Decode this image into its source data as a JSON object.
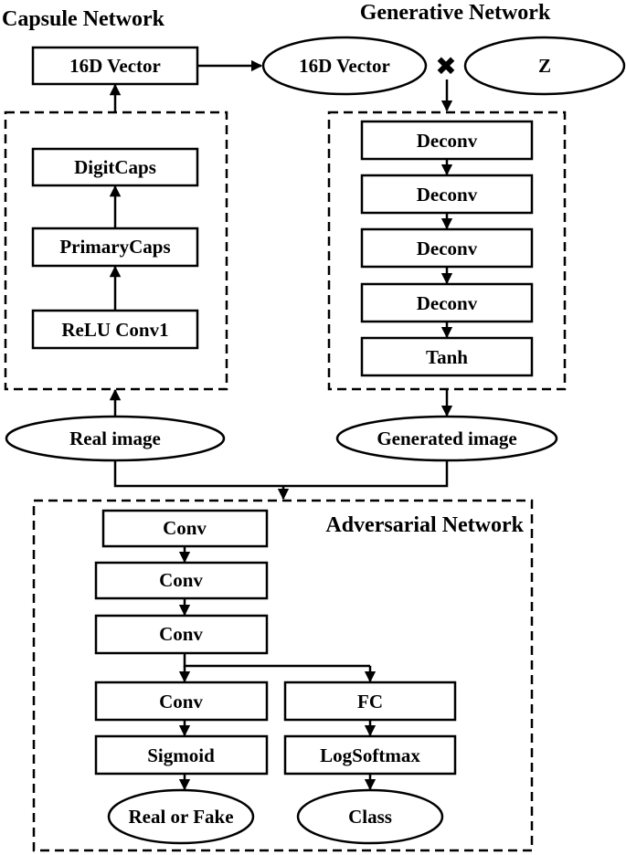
{
  "capsule": {
    "title": "Capsule Network",
    "vector_box": "16D Vector",
    "digitcaps": "DigitCaps",
    "primarycaps": "PrimaryCaps",
    "reluconv": "ReLU Conv1"
  },
  "generative": {
    "title": "Generative Network",
    "vector_ellipse": "16D Vector",
    "z": "Z",
    "deconv1": "Deconv",
    "deconv2": "Deconv",
    "deconv3": "Deconv",
    "deconv4": "Deconv",
    "tanh": "Tanh"
  },
  "images": {
    "real": "Real image",
    "generated": "Generated image"
  },
  "adversarial": {
    "title": "Adversarial Network",
    "conv1": "Conv",
    "conv2": "Conv",
    "conv3": "Conv",
    "conv4": "Conv",
    "fc": "FC",
    "sigmoid": "Sigmoid",
    "logsoftmax": "LogSoftmax",
    "real_or_fake": "Real or Fake",
    "class": "Class"
  },
  "symbols": {
    "combine": "✖"
  }
}
